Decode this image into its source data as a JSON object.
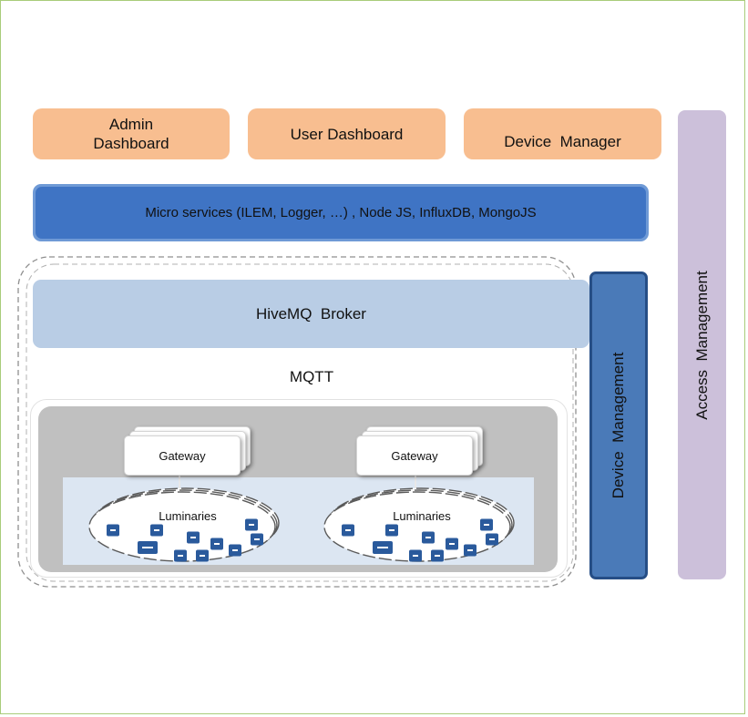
{
  "apps": [
    {
      "label": "Admin\nDashboard"
    },
    {
      "label": "User Dashboard"
    },
    {
      "label": "Device  Manager"
    }
  ],
  "micro_services": "Micro services (ILEM, Logger, …) , Node JS, InfluxDB, MongoJS",
  "broker": "HiveMQ  Broker",
  "protocol": "MQTT",
  "gateway_label": "Gateway",
  "luminaries_label": "Luminaries",
  "device_management": "Device  Management",
  "access_management": "Access  Management",
  "colors": {
    "app_boxes": "#f8be90",
    "micro_services": "#3f74c4",
    "broker": "#b9cde5",
    "device_management": "#4a7ab8",
    "access_management": "#ccc0da",
    "sensor": "#2a5a9c",
    "frame": "#a9cc7a"
  }
}
